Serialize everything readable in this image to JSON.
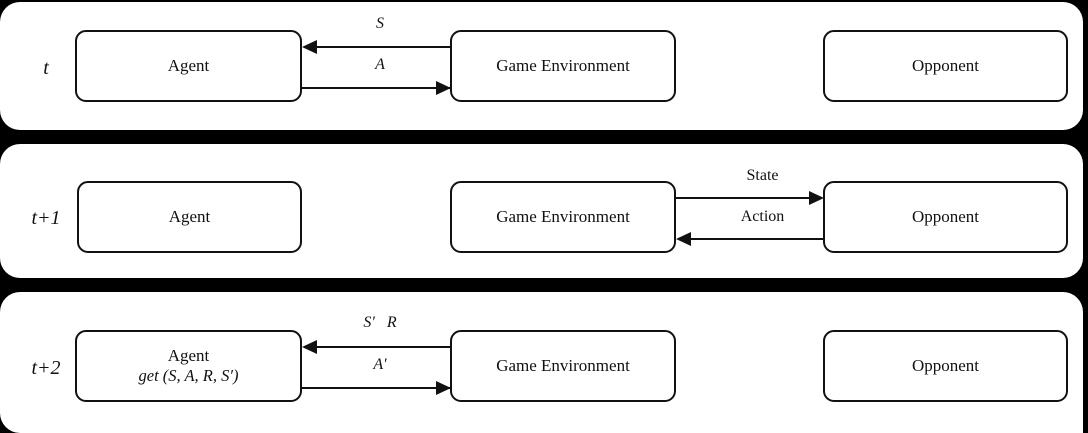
{
  "figure": {
    "type": "sequence-diagram",
    "background_color": "#000000",
    "panel_color": "#ffffff",
    "stroke_color": "#111111"
  },
  "steps": [
    {
      "time_label": "t",
      "nodes": [
        {
          "id": "agent",
          "label": "Agent",
          "sublabel": ""
        },
        {
          "id": "env",
          "label": "Game Environment",
          "sublabel": ""
        },
        {
          "id": "oppo",
          "label": "Opponent",
          "sublabel": ""
        }
      ],
      "arrows": [
        {
          "from": "env",
          "to": "agent",
          "label": "S",
          "direction": "left",
          "style": "italic"
        },
        {
          "from": "agent",
          "to": "env",
          "label": "A",
          "direction": "right",
          "style": "italic"
        }
      ]
    },
    {
      "time_label": "t+1",
      "nodes": [
        {
          "id": "agent",
          "label": "Agent",
          "sublabel": ""
        },
        {
          "id": "env",
          "label": "Game Environment",
          "sublabel": ""
        },
        {
          "id": "oppo",
          "label": "Opponent",
          "sublabel": ""
        }
      ],
      "arrows": [
        {
          "from": "env",
          "to": "oppo",
          "label": "State",
          "direction": "right",
          "style": "upright"
        },
        {
          "from": "oppo",
          "to": "env",
          "label": "Action",
          "direction": "left",
          "style": "upright"
        }
      ]
    },
    {
      "time_label": "t+2",
      "nodes": [
        {
          "id": "agent",
          "label": "Agent",
          "sublabel": "get (S, A, R, S′)"
        },
        {
          "id": "env",
          "label": "Game Environment",
          "sublabel": ""
        },
        {
          "id": "oppo",
          "label": "Opponent",
          "sublabel": ""
        }
      ],
      "arrows": [
        {
          "from": "env",
          "to": "agent",
          "label": "S′   R",
          "direction": "left",
          "style": "italic"
        },
        {
          "from": "agent",
          "to": "env",
          "label": "A′",
          "direction": "right",
          "style": "italic"
        }
      ]
    }
  ]
}
